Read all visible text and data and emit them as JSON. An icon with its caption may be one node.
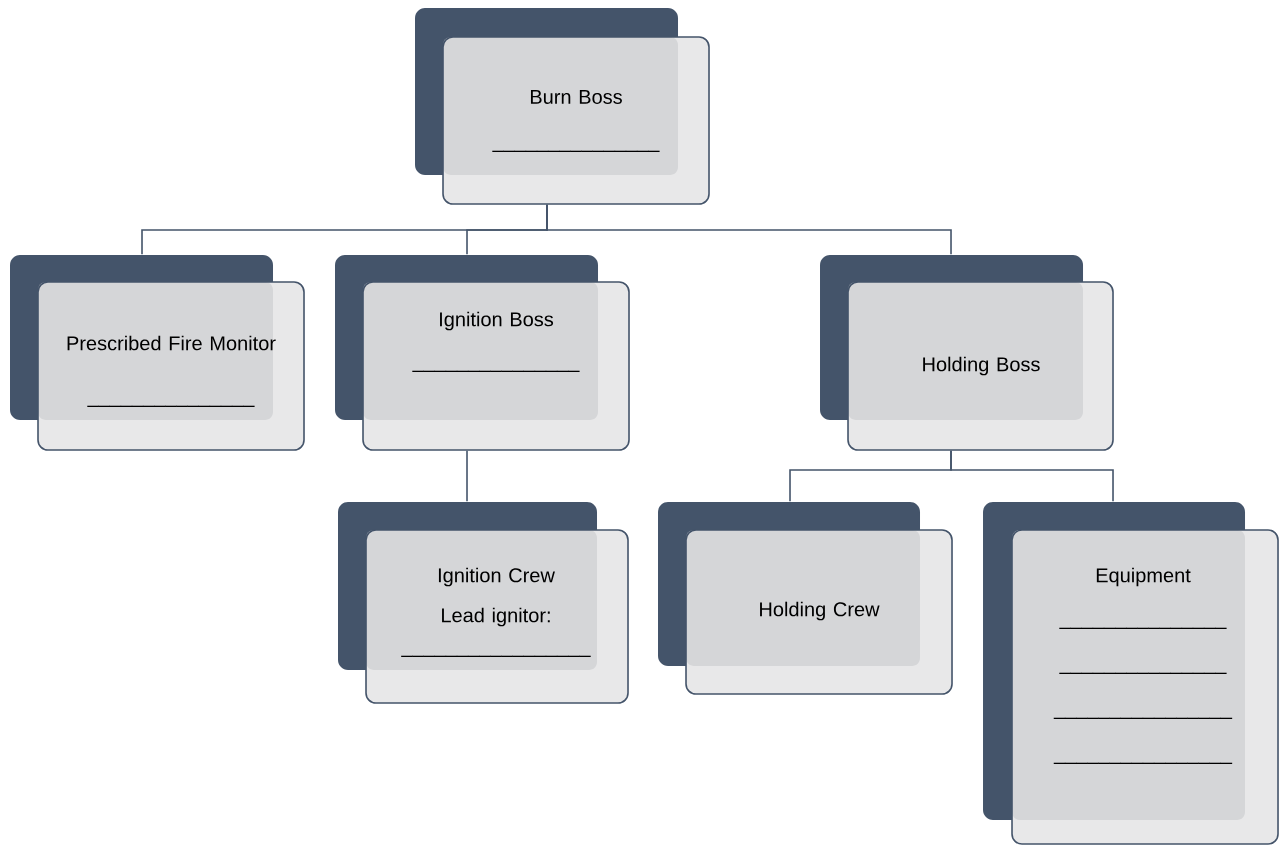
{
  "diagram": {
    "nodes": [
      {
        "text": [
          "Burn Boss",
          "_______________"
        ]
      },
      {
        "text": [
          "Prescribed Fire Monitor",
          "_______________"
        ]
      },
      {
        "text": [
          "Ignition Boss",
          "_______________"
        ]
      },
      {
        "text": [
          "Holding Boss"
        ]
      },
      {
        "text": [
          "Ignition Crew",
          "Lead ignitor:",
          "_________________"
        ]
      },
      {
        "text": [
          "Holding Crew"
        ]
      },
      {
        "text": [
          "Equipment",
          "_______________",
          "_______________",
          "________________",
          "________________"
        ]
      }
    ],
    "edges": [
      {
        "from": 0,
        "to": 1,
        "arrow": "none"
      },
      {
        "from": 0,
        "to": 2,
        "arrow": "none"
      },
      {
        "from": 0,
        "to": 3,
        "arrow": "none"
      },
      {
        "from": 2,
        "to": 4,
        "arrow": "none"
      },
      {
        "from": 3,
        "to": 5,
        "arrow": "none"
      },
      {
        "from": 3,
        "to": 6,
        "arrow": "none"
      }
    ]
  }
}
